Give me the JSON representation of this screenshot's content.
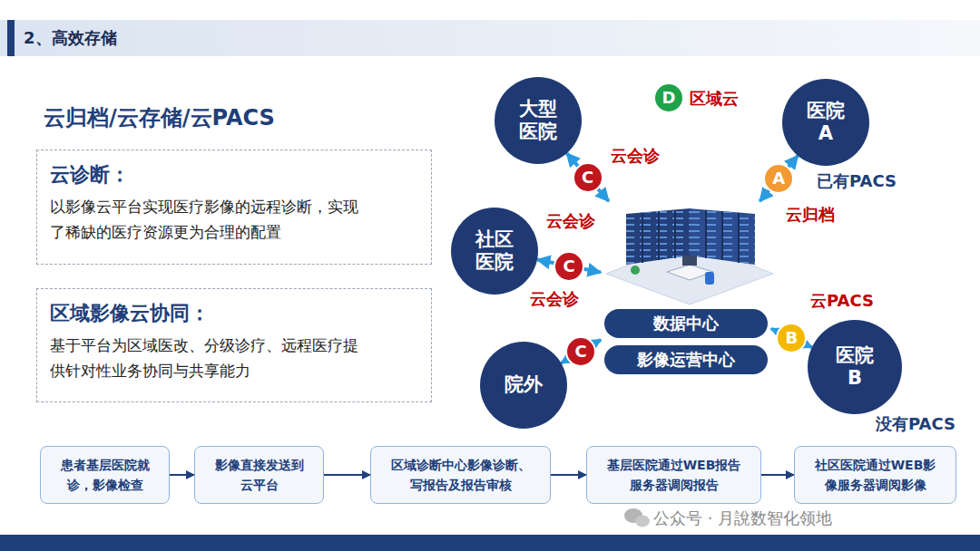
{
  "diagram": {
    "title": "2、高效存储",
    "nodes": [
      {
        "text": [
          "云诊断：",
          "以影像云平台实现医疗影像的远程诊断，实现 了稀缺的医疗资源更为合理的配置"
        ]
      },
      {
        "text": [
          "区域影像云协同：",
          "基于平台为区域医改、分级诊疗、远程医疗提 供针对性业务协同与共享能力"
        ]
      },
      {
        "text": [
          "大型 医院"
        ]
      },
      {
        "text": [
          "医院 A"
        ]
      },
      {
        "text": [
          "社区 医院"
        ]
      },
      {
        "text": [
          "数据中心",
          "影像运营中心"
        ]
      },
      {
        "text": [
          "院外"
        ]
      },
      {
        "text": [
          "医院 B"
        ]
      },
      {
        "text": [
          "患者基层医院就 诊，影像检查"
        ]
      },
      {
        "text": [
          "影像直接发送到 云平台"
        ]
      },
      {
        "text": [
          "区域诊断中心影像诊断、 写报告及报告审核"
        ]
      },
      {
        "text": [
          "基层医院通过WEB报告 服务器调阅报告"
        ]
      },
      {
        "text": [
          "社区医院通过WEB影 像服务器调阅影像"
        ]
      }
    ],
    "edges": [
      {
        "from": 2,
        "to": 5,
        "label": "C",
        "arrow": "both"
      },
      {
        "from": 3,
        "to": 5,
        "label": "A",
        "arrow": "both"
      },
      {
        "from": 4,
        "to": 5,
        "label": "C",
        "arrow": "both"
      },
      {
        "from": 6,
        "to": 5,
        "label": "C",
        "arrow": "both"
      },
      {
        "from": 7,
        "to": 5,
        "label": "B",
        "arrow": "both"
      },
      {
        "from": 8,
        "to": 9,
        "arrow": "to"
      },
      {
        "from": 9,
        "to": 10,
        "arrow": "to"
      },
      {
        "from": 10,
        "to": 11,
        "arrow": "to"
      },
      {
        "from": 11,
        "to": 12,
        "arrow": "to"
      }
    ],
    "labels": [
      "云归档/云存储/云PACS",
      "D",
      "区域云",
      "云会诊",
      "已有PACS",
      "云归档",
      "云会诊",
      "云会诊",
      "云PACS",
      "没有PACS",
      "公众号 · 月說数智化领地"
    ]
  }
}
